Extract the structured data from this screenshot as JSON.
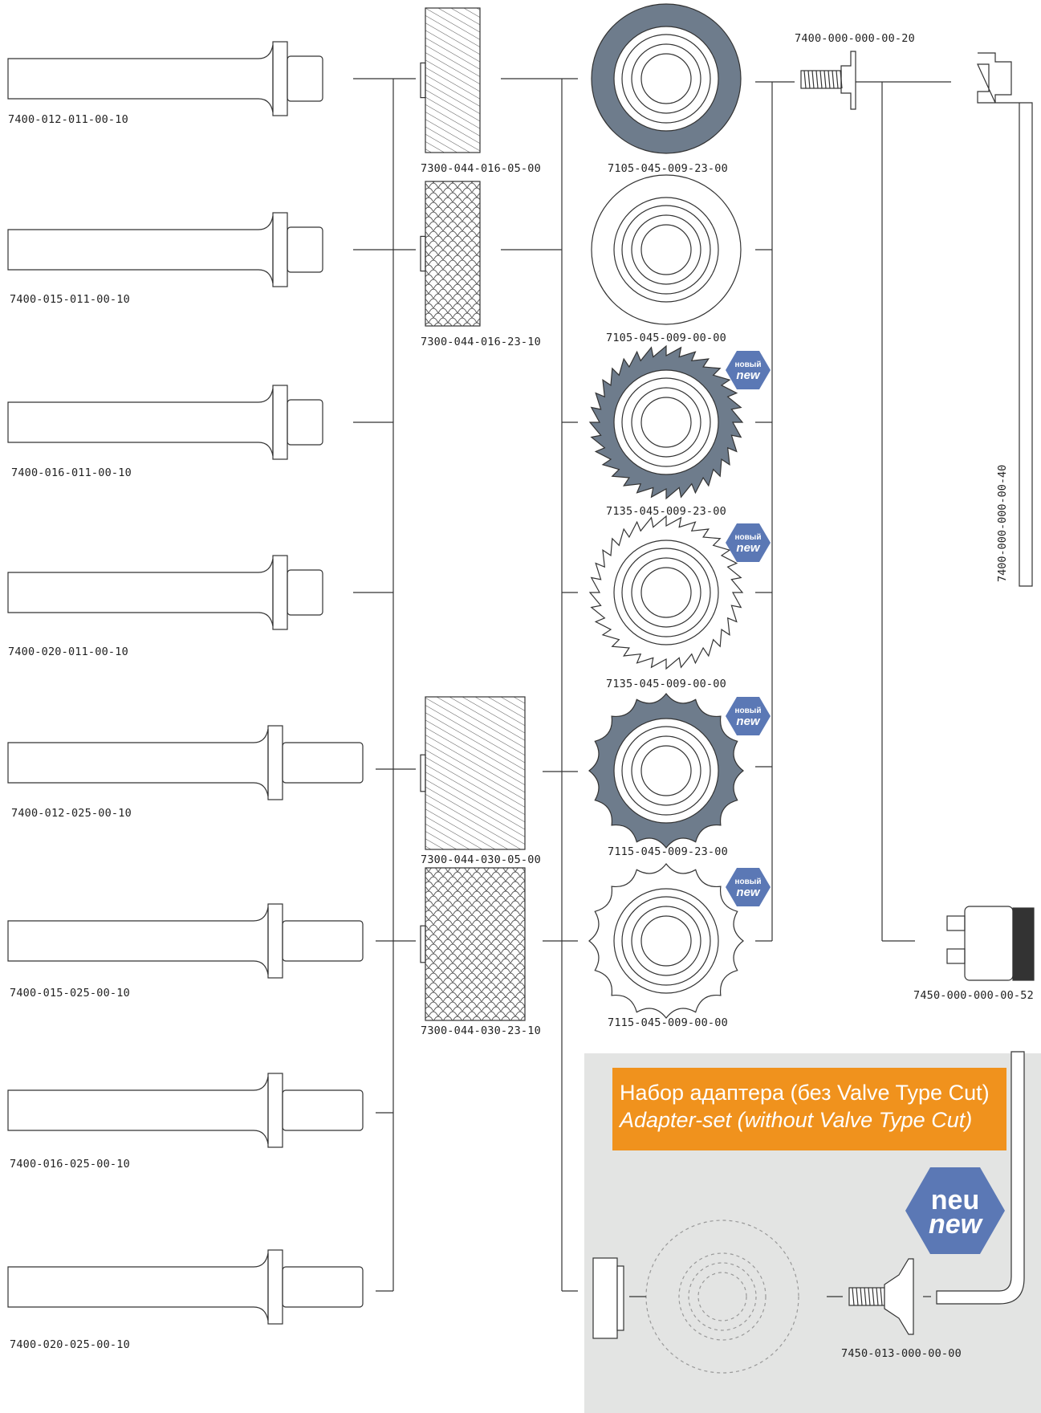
{
  "colors": {
    "line": "#333333",
    "wheel_dark": "#6e7c8c",
    "badge": "#5b78b5",
    "orange": "#f0921d",
    "panel": "#e3e4e3"
  },
  "arbors": [
    "7400-012-011-00-10",
    "7400-015-011-00-10",
    "7400-016-011-00-10",
    "7400-020-011-00-10",
    "7400-012-025-00-10",
    "7400-015-025-00-10",
    "7400-016-025-00-10",
    "7400-020-025-00-10"
  ],
  "knurls": [
    "7300-044-016-05-00",
    "7300-044-016-23-10",
    "7300-044-030-05-00",
    "7300-044-030-23-10"
  ],
  "wheels": [
    "7105-045-009-23-00",
    "7105-045-009-00-00",
    "7135-045-009-23-00",
    "7135-045-009-00-00",
    "7115-045-009-23-00",
    "7115-045-009-00-00"
  ],
  "badge_small": {
    "line1": "новый",
    "line2": "new"
  },
  "bolt_label": "7400-000-000-00-20",
  "key_label": "7400-000-000-00-40",
  "holder_label": "7450-000-000-00-52",
  "adapter": {
    "title_ru": "Набор адаптера  (без Valve Type Cut)",
    "title_en": "Adapter-set (without Valve Type Cut)",
    "badge_line1": "neu",
    "badge_line2": "new",
    "part_label": "7450-013-000-00-00"
  }
}
